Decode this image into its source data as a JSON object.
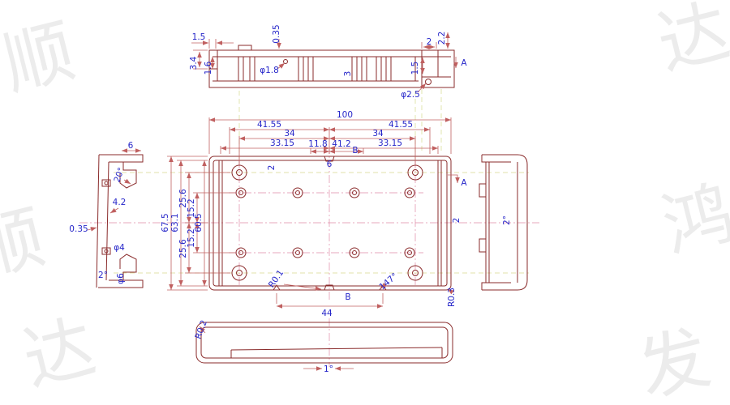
{
  "colors": {
    "geometry": "#8a2b2b",
    "dimension_lines": "#c06060",
    "dimension_text": "#2626c9",
    "centerline": "#e08aa8",
    "projection": "#d6d98e",
    "watermark": "#ececec",
    "background": "#ffffff"
  },
  "watermark": {
    "chars": [
      "顺",
      "达",
      "顺",
      "鸿",
      "达",
      "发"
    ]
  },
  "labels": {
    "sec_1_5": "1.5",
    "sec_0_35": "0.35",
    "sec_3_4": "3.4",
    "sec_1_6": "1.6",
    "sec_dia_1_8": "φ1.8",
    "sec_3": "3",
    "sec_1_5b": "1.5",
    "sec_2": "2",
    "sec_2_2": "2.2",
    "sec_dia_2_5": "φ2.5",
    "sec_a": "A",
    "front_100": "100",
    "front_41_55_l": "41.55",
    "front_41_55_r": "41.55",
    "front_34_l": "34",
    "front_34_r": "34",
    "front_33_15_l": "33.15",
    "front_33_15_r": "33.15",
    "front_11_8": "11.8",
    "front_41_2": "41.2",
    "front_b_top": "B",
    "front_67_5": "67.5",
    "front_63_1": "63.1",
    "front_25_6_t": "25.6",
    "front_15_2_t": "15.2",
    "front_60_5": "60.5",
    "front_15_2_b": "15.2",
    "front_25_6_b": "25.6",
    "front_44": "44",
    "front_r0_1": "R0.1",
    "front_147": "147°",
    "front_r0_3": "R0.3",
    "front_b_bottom": "B",
    "front_a": "A",
    "front_2_top": "2",
    "front_2_right": "2",
    "front_6_notch": "6",
    "left_6": "6",
    "left_20deg": "20°",
    "left_4_2": "4.2",
    "left_0_35": "0.35",
    "left_dia4": "φ4",
    "left_2deg": "2°",
    "left_dia6": "φ6",
    "right_2deg": "2°",
    "bottom_r0_2": "R0.2",
    "bottom_1deg": "1°"
  }
}
